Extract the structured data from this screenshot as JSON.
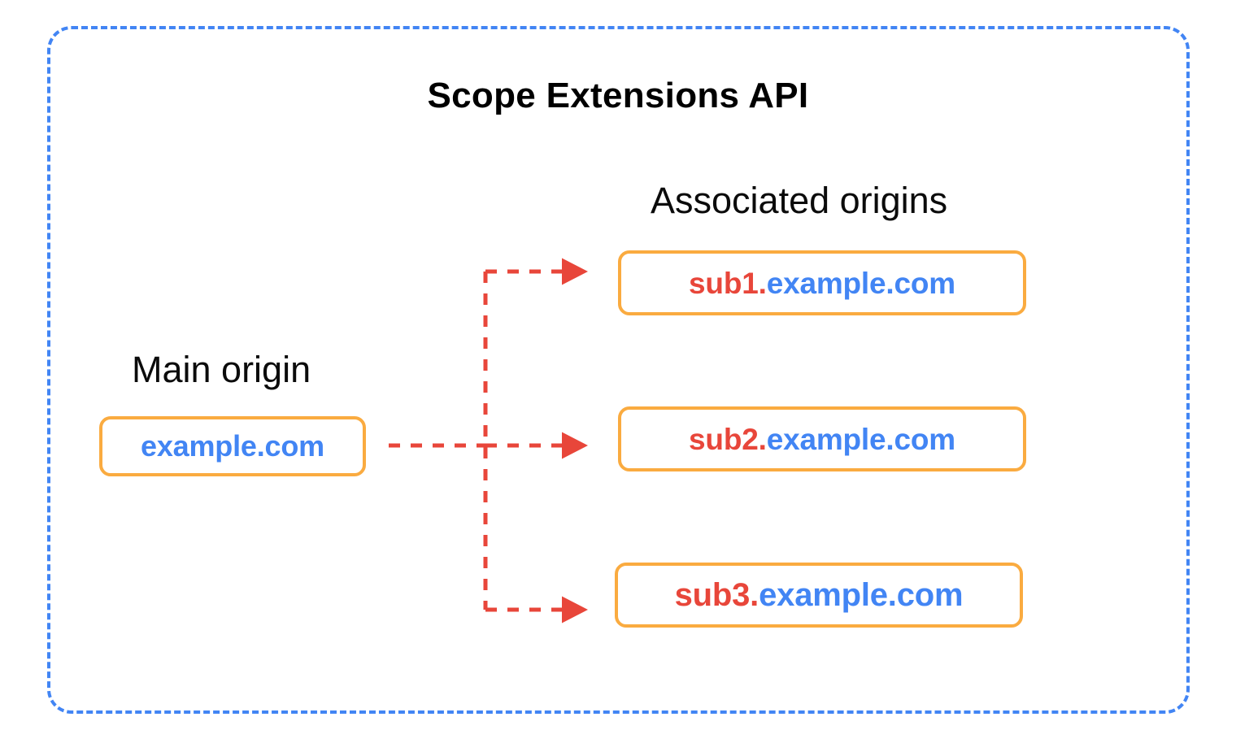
{
  "diagram": {
    "title": "Scope Extensions API",
    "frame_style": "dashed",
    "frame_color": "#4285F4"
  },
  "main_origin": {
    "label": "Main origin",
    "box": {
      "sub_prefix": "",
      "domain": "example.com",
      "border_color": "#FAAB40"
    }
  },
  "associated_origins": {
    "label": "Associated origins",
    "boxes": [
      {
        "sub_prefix": "sub1.",
        "domain": "example.com",
        "border_color": "#FAAB40"
      },
      {
        "sub_prefix": "sub2.",
        "domain": "example.com",
        "border_color": "#FAAB40"
      },
      {
        "sub_prefix": "sub3.",
        "domain": "example.com",
        "border_color": "#FAAB40"
      }
    ]
  },
  "connectors": {
    "style": "dashed-arrow",
    "color": "#E8463A",
    "count": 3,
    "description": "Dashed red arrows from main origin branching to each associated origin"
  },
  "colors": {
    "sub_prefix_red": "#E8463A",
    "domain_blue": "#4285F4",
    "box_orange": "#FAAB40",
    "frame_blue": "#4285F4",
    "title_black": "#000000",
    "background": "#FFFFFF"
  }
}
